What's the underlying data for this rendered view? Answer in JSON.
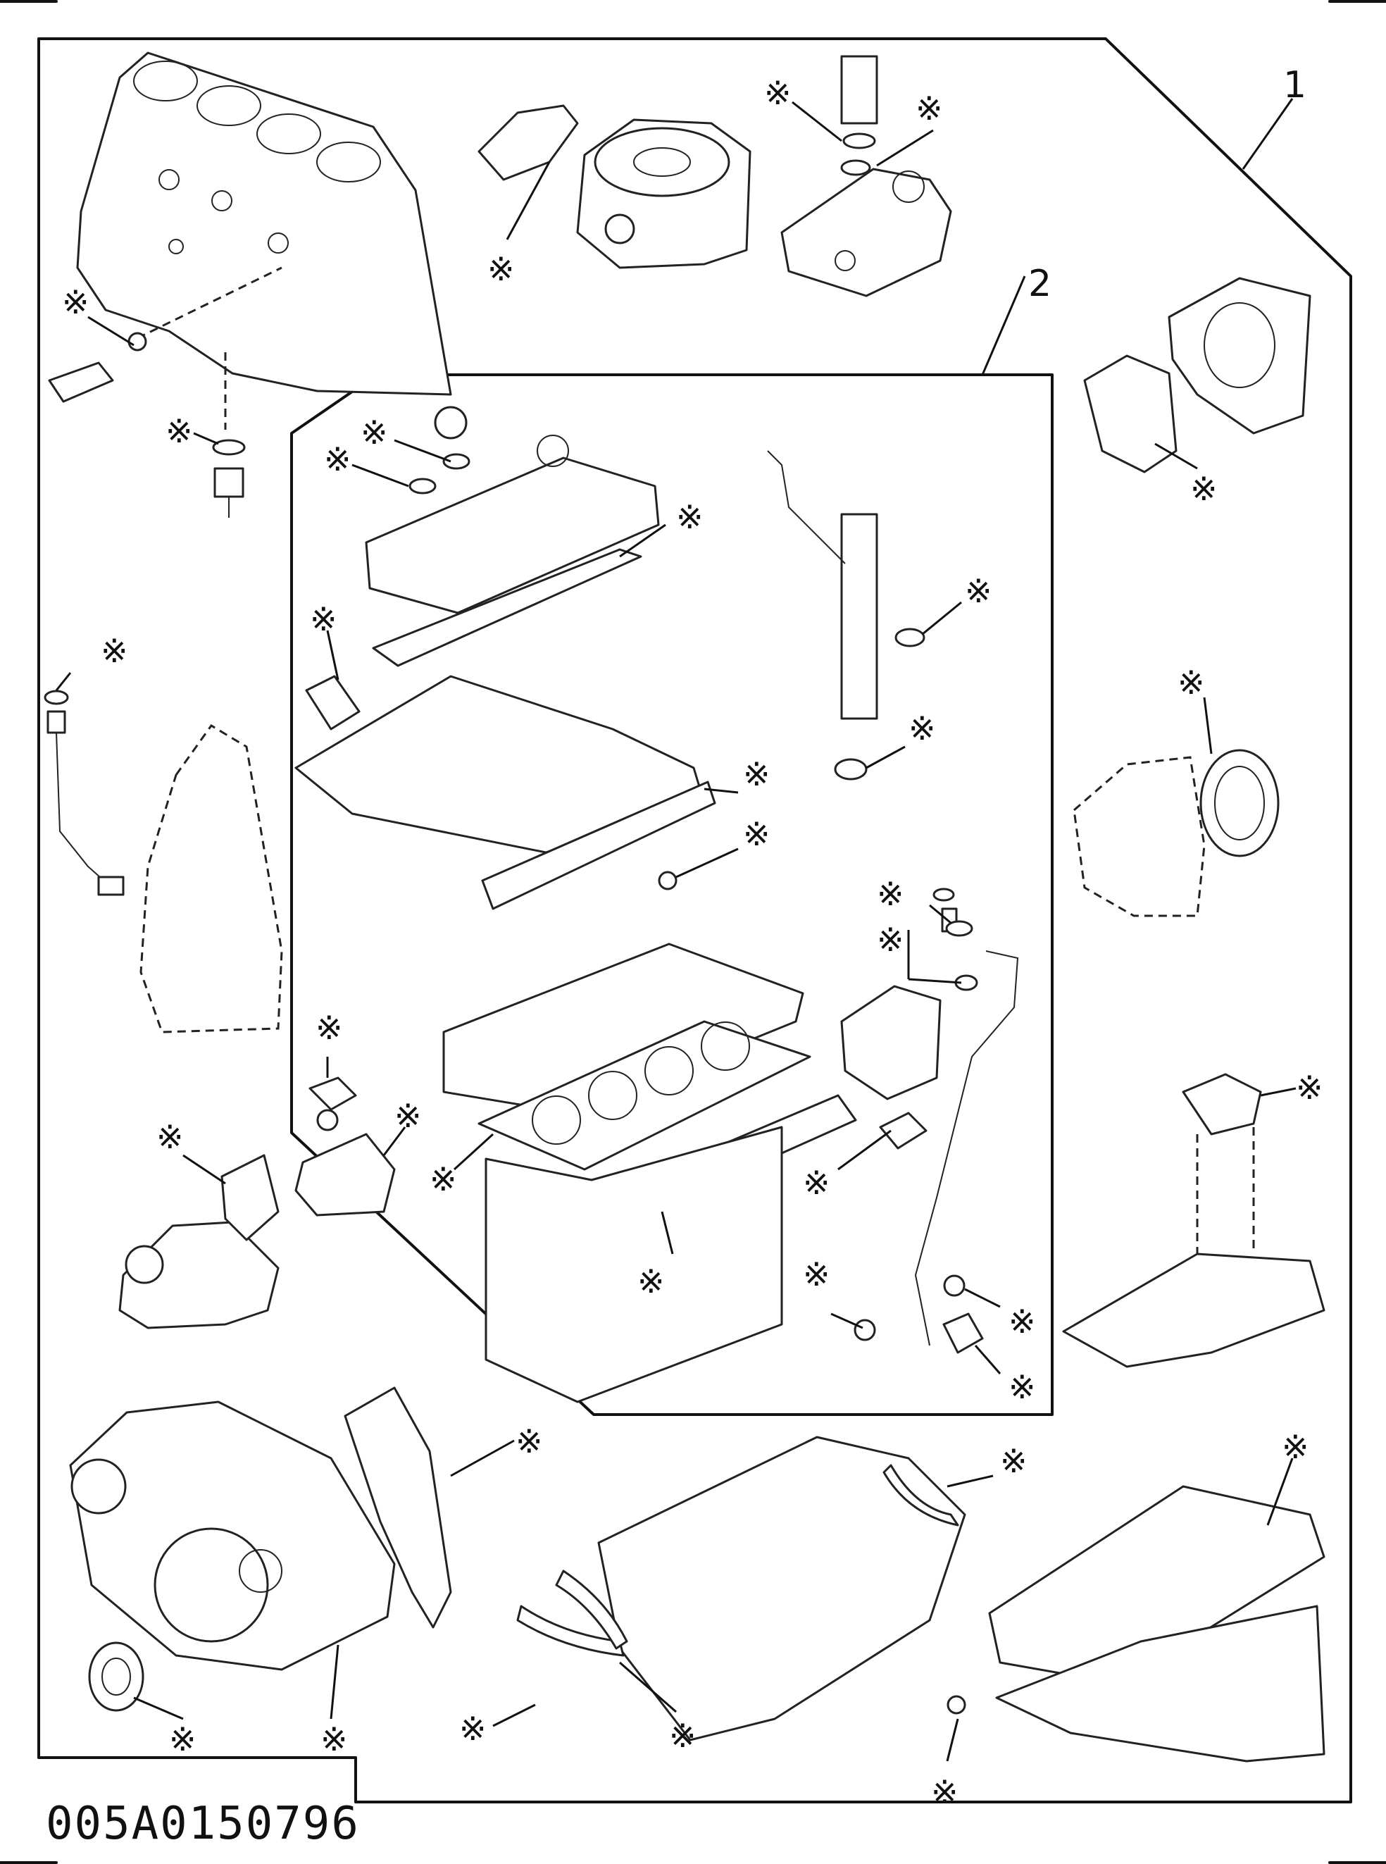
{
  "callouts": {
    "kit_1": "1",
    "kit_2": "2"
  },
  "marker": "※",
  "drawing_code": "005A0150796"
}
